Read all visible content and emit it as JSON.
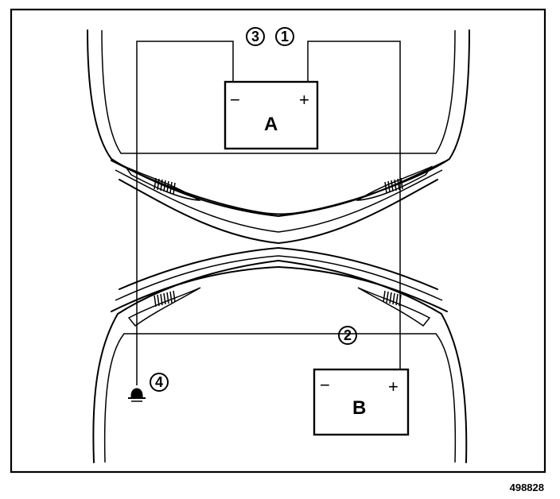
{
  "diagram": {
    "reference_code": "498828",
    "battery_a": {
      "label": "A",
      "negative": "−",
      "positive": "+"
    },
    "battery_b": {
      "label": "B",
      "negative": "−",
      "positive": "+"
    },
    "callouts": {
      "c1": "1",
      "c2": "2",
      "c3": "3",
      "c4": "4"
    }
  }
}
